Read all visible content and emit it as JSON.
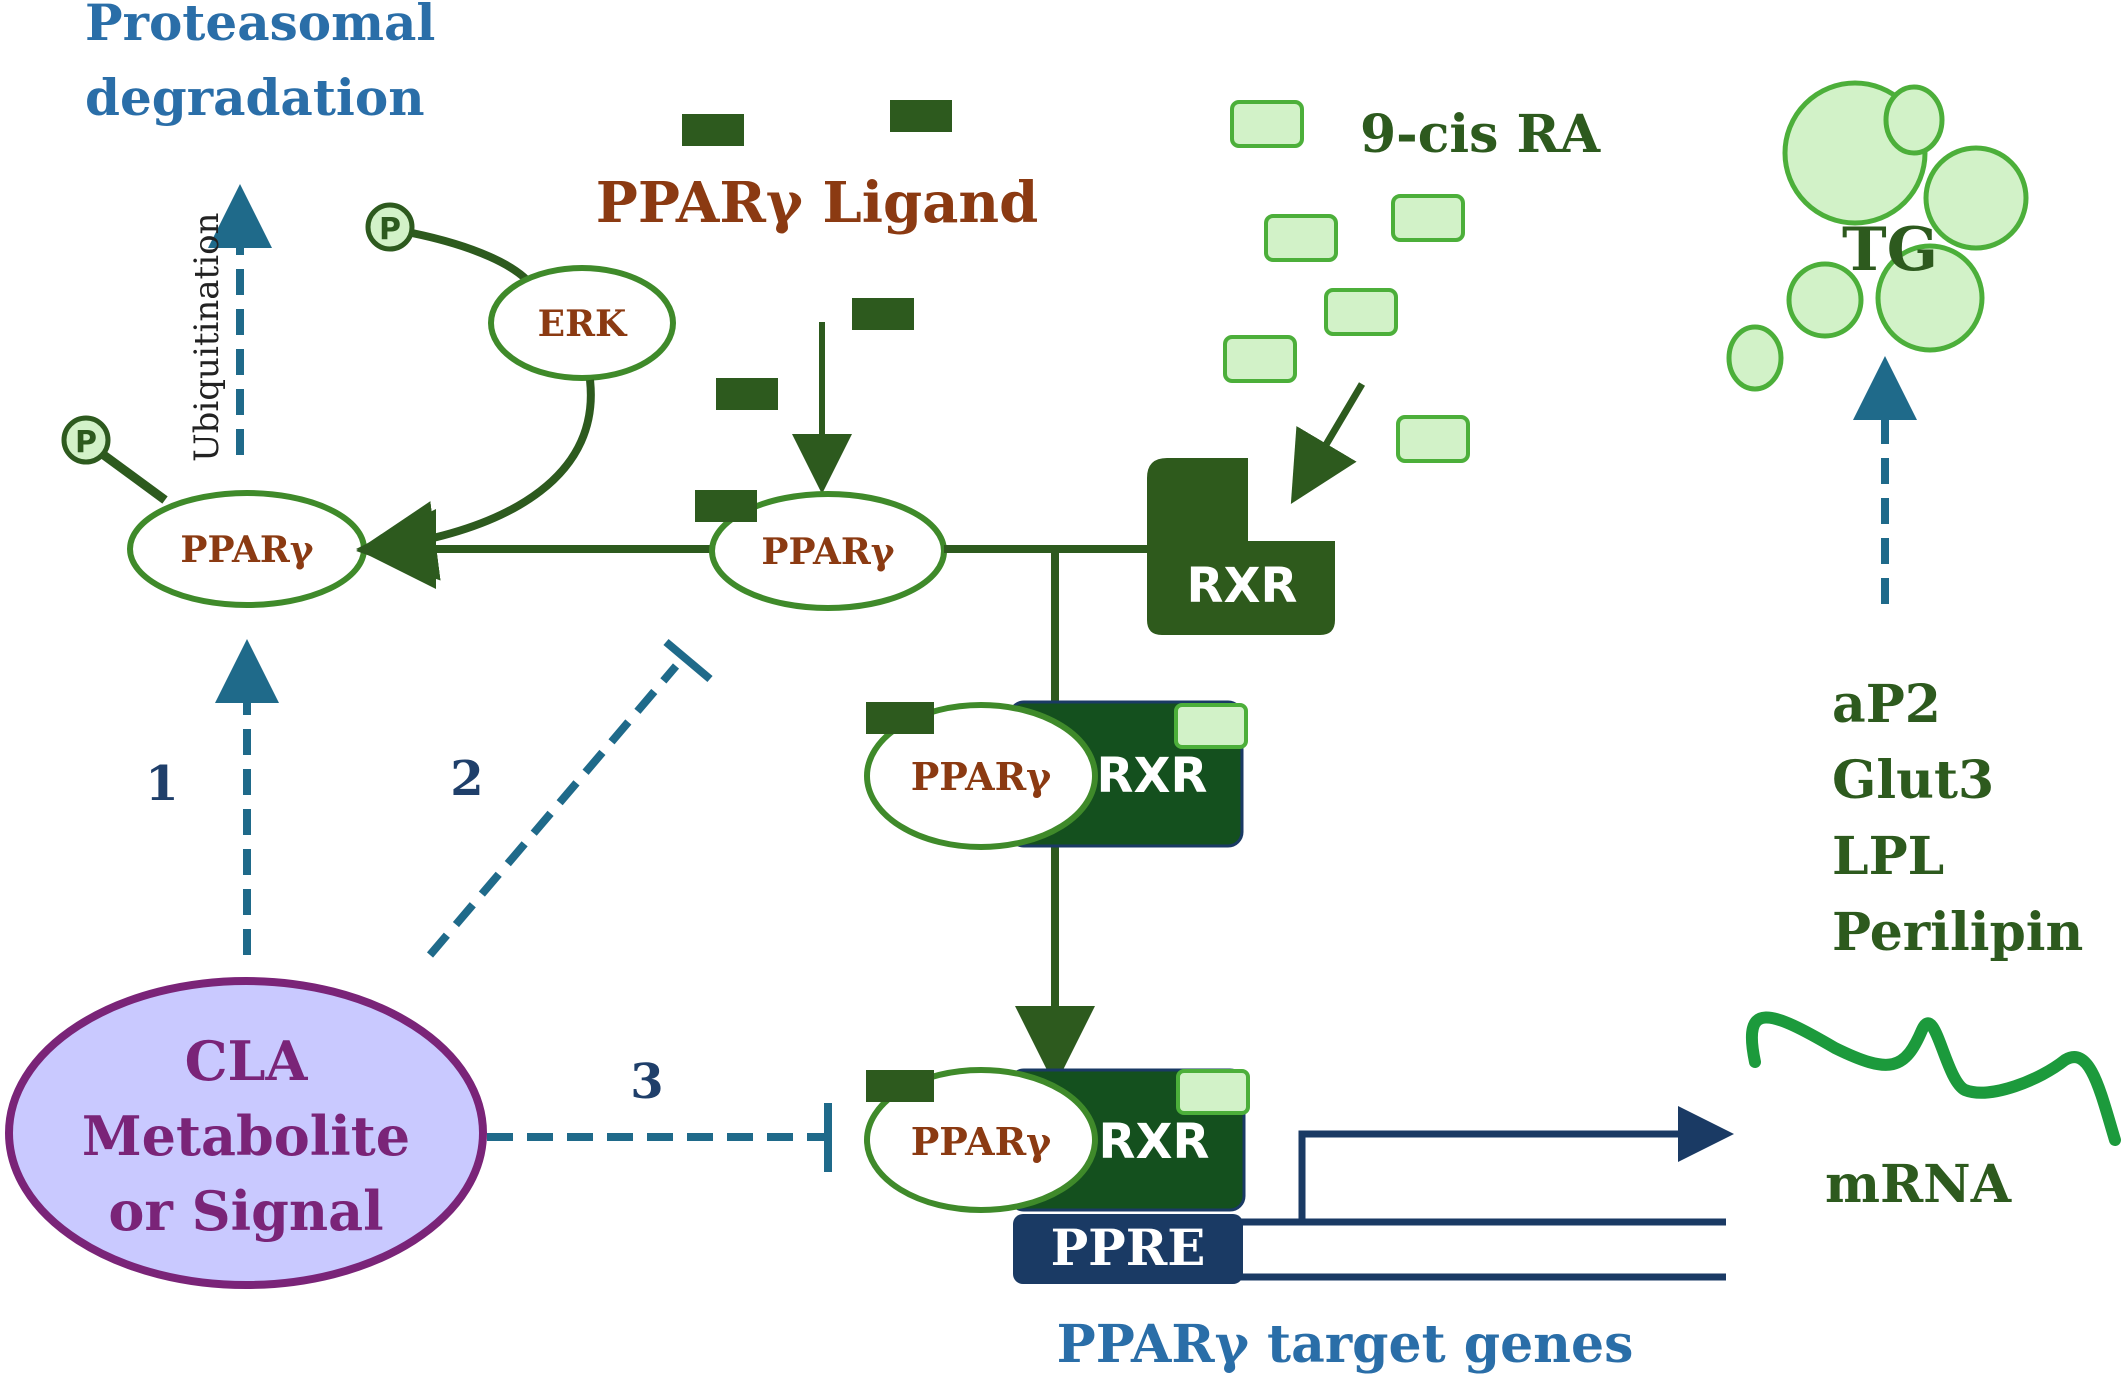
{
  "labels": {
    "proteasomal_line1": "Proteasomal",
    "proteasomal_line2": "degradation",
    "ubiquitination": "Ubiquitination",
    "phospho": "P",
    "erk": "ERK",
    "ppar": "PPARγ",
    "ppar_ligand": "PPARγ Ligand",
    "nine_cis_ra": "9-cis RA",
    "rxr": "RXR",
    "tg": "TG",
    "genes": [
      "aP2",
      "Glut3",
      "LPL",
      "Perilipin"
    ],
    "mrna": "mRNA",
    "ppre": "PPRE",
    "target_genes": "PPARγ target genes",
    "cla_line1": "CLA",
    "cla_line2": "Metabolite",
    "cla_line3": "or Signal",
    "pathway_1": "1",
    "pathway_2": "2",
    "pathway_3": "3"
  },
  "colors": {
    "dark_green": "#2d5a1e",
    "mid_green": "#3f8a2a",
    "light_green_fill": "#d2f2c8",
    "light_green_stroke": "#4caf3a",
    "rxr_fill": "#2e5a1c",
    "rxr_bound_fill": "#14501e",
    "ppar_text": "#8b3a12",
    "blue_title": "#2a6ea8",
    "dashed_blue": "#1f6a8a",
    "navy": "#1a3a64",
    "number_blue": "#1f3f6a",
    "cla_fill": "#c9c9ff",
    "cla_stroke": "#7a2478",
    "cla_text": "#7a2478",
    "mrna_green": "#1c9a3c"
  }
}
